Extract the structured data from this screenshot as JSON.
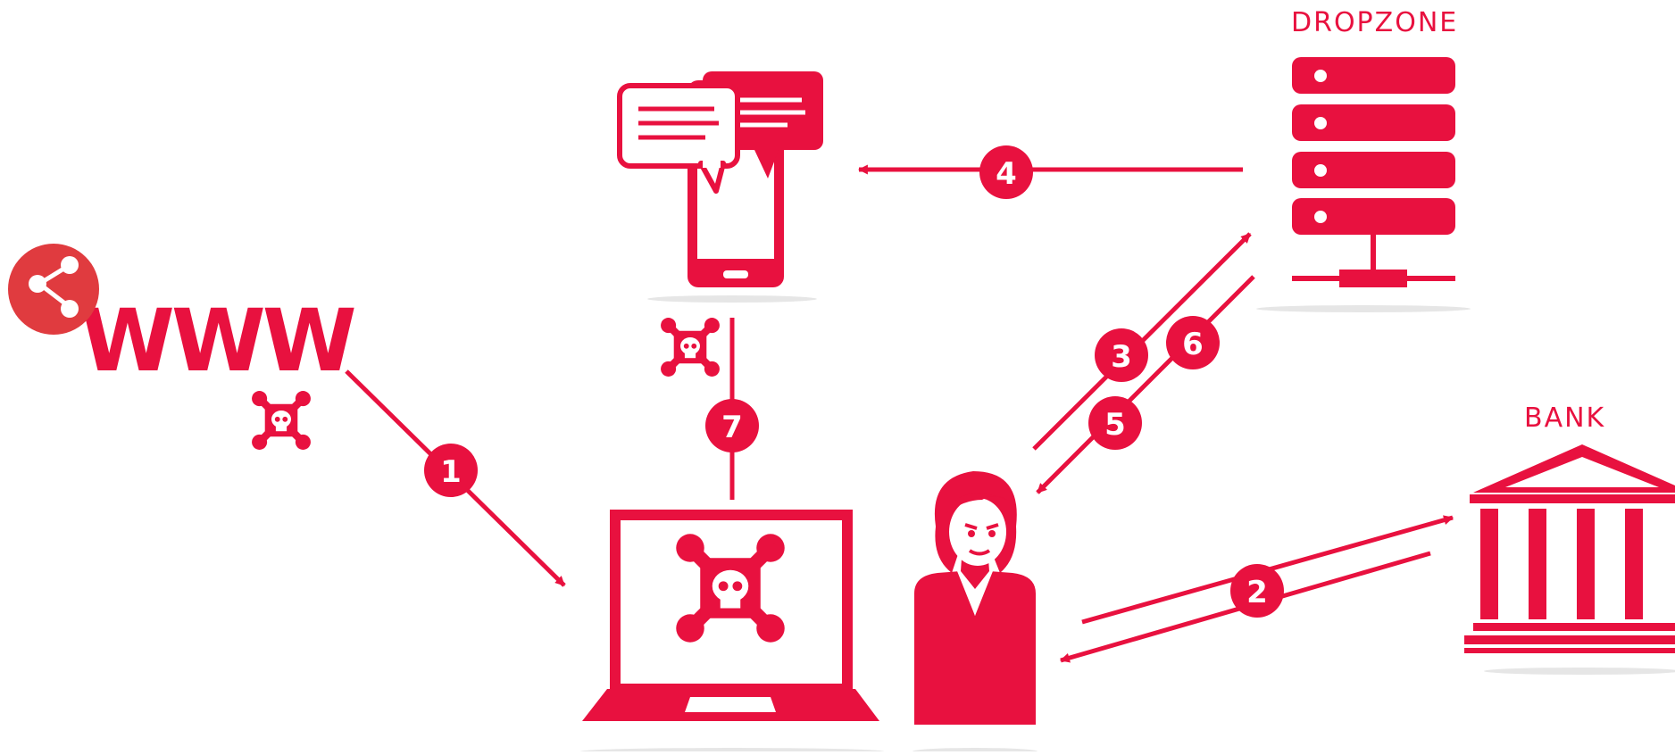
{
  "labels": {
    "dropzone": "DROPZONE",
    "bank": "BANK",
    "www": "WWW"
  },
  "steps": [
    "1",
    "2",
    "3",
    "4",
    "5",
    "6",
    "7"
  ],
  "colors": {
    "accent": "#e8113f",
    "accent_light": "#f03b60",
    "shadow": "#e6e6e6",
    "background": "#ffffff"
  },
  "icons": [
    "share-icon",
    "www-icon",
    "skull-crossbones-icon",
    "smartphone-chat-icon",
    "server-icon",
    "laptop-icon",
    "person-icon",
    "bank-icon"
  ]
}
